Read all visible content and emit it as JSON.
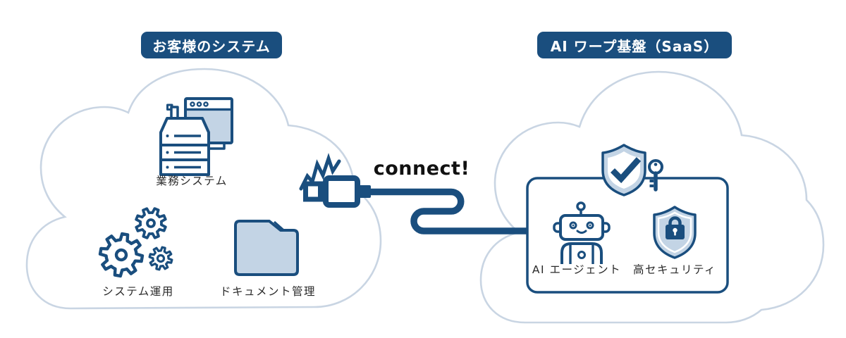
{
  "left_cloud": {
    "title": "お客様のシステム",
    "items": [
      {
        "label": "業務システム",
        "icon": "server-browser-icon"
      },
      {
        "label": "システム運用",
        "icon": "gears-icon"
      },
      {
        "label": "ドキュメント管理",
        "icon": "folder-icon"
      }
    ]
  },
  "connection": {
    "label": "connect!",
    "icons": [
      "plug-icon",
      "spark-icon",
      "cable-line"
    ]
  },
  "right_cloud": {
    "title": "AI ワープ基盤（SaaS）",
    "items": [
      {
        "label": "AI エージェント",
        "icon": "robot-icon"
      },
      {
        "label": "高セキュリティ",
        "icon": "shield-lock-icon"
      }
    ],
    "box_icons": [
      "shield-check-icon",
      "key-icon"
    ]
  },
  "colors": {
    "navy": "#1a4e7e",
    "light_blue": "#c3d4e5",
    "cloud_outline": "#c9d5e3",
    "label_text": "#2a2a2a",
    "connect_text": "#111111",
    "badge_text": "#ffffff",
    "background": "#ffffff"
  }
}
